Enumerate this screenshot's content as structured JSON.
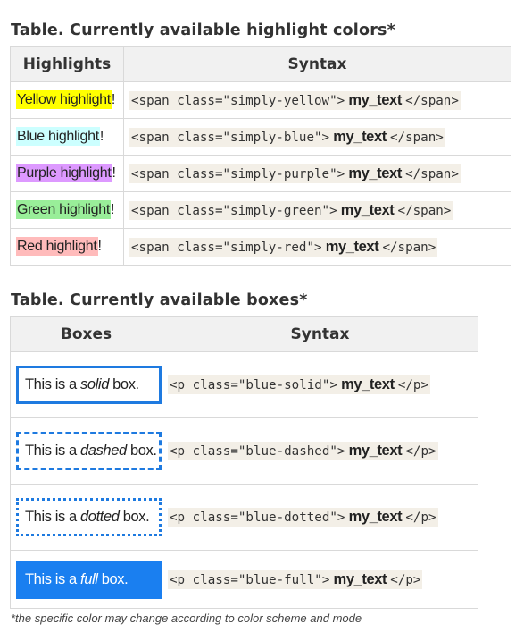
{
  "table1": {
    "caption": "Table. Currently available highlight colors*",
    "headers": [
      "Highlights",
      "Syntax"
    ],
    "rows": [
      {
        "name": "Yellow highlight",
        "excl": "!",
        "bg": "#ffff00",
        "code_open": "<span class=\"simply-yellow\">",
        "code_text": "my_text",
        "code_close": "</span>"
      },
      {
        "name": "Blue highlight",
        "excl": "!",
        "bg": "#ccffff",
        "code_open": "<span class=\"simply-blue\">",
        "code_text": "my_text",
        "code_close": "</span>"
      },
      {
        "name": "Purple highlight",
        "excl": "!",
        "bg": "#dd99ff",
        "code_open": "<span class=\"simply-purple\">",
        "code_text": "my_text",
        "code_close": "</span>"
      },
      {
        "name": "Green highlight",
        "excl": "!",
        "bg": "#99ee99",
        "code_open": "<span class=\"simply-green\">",
        "code_text": "my_text",
        "code_close": "</span>"
      },
      {
        "name": "Red highlight",
        "excl": "!",
        "bg": "#ffbbbb",
        "code_open": "<span class=\"simply-red\">",
        "code_text": "my_text",
        "code_close": "</span>"
      }
    ]
  },
  "table2": {
    "caption": "Table. Currently available boxes*",
    "headers": [
      "Boxes",
      "Syntax"
    ],
    "rows": [
      {
        "prefix": "This is a ",
        "em": "solid",
        "suffix": " box.",
        "code_open": "<p class=\"blue-solid\">",
        "code_text": "my_text",
        "code_close": "</p>"
      },
      {
        "prefix": "This is a ",
        "em": "dashed",
        "suffix": " box.",
        "code_open": "<p class=\"blue-dashed\">",
        "code_text": "my_text",
        "code_close": "</p>"
      },
      {
        "prefix": "This is a ",
        "em": "dotted",
        "suffix": " box.",
        "code_open": "<p class=\"blue-dotted\">",
        "code_text": "my_text",
        "code_close": "</p>"
      },
      {
        "prefix": "This is a ",
        "em": "full",
        "suffix": " box.",
        "code_open": "<p class=\"blue-full\">",
        "code_text": "my_text",
        "code_close": "</p>"
      }
    ]
  },
  "colors": {
    "box_blue": "#1e7ae0",
    "code_bg": "#f3efe7"
  },
  "footnote": "*the specific color may change according to color scheme and mode"
}
